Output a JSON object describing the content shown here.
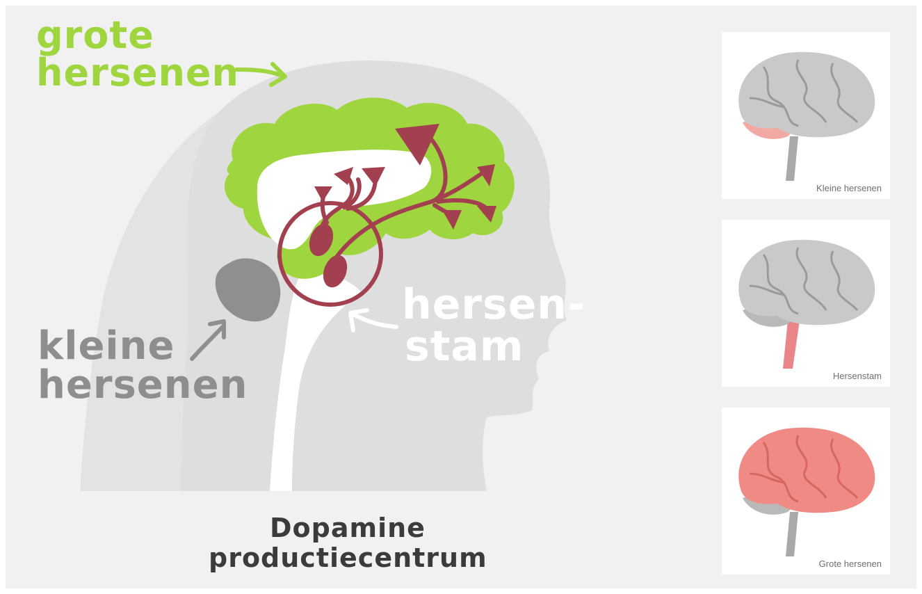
{
  "labels": {
    "grote": [
      "grote",
      "hersenen"
    ],
    "kleine": [
      "kleine",
      "hersenen"
    ],
    "stam": [
      "hersen-",
      "stam"
    ],
    "caption": [
      "Dopamine",
      "productiecentrum"
    ]
  },
  "thumbnails": [
    {
      "label": "Kleine hersenen",
      "highlight": "cerebellum"
    },
    {
      "label": "Hersenstam",
      "highlight": "brainstem"
    },
    {
      "label": "Grote hersenen",
      "highlight": "cerebrum"
    }
  ],
  "colors": {
    "cerebrum": "#9fd53e",
    "pathway": "#a3404f",
    "head": "#dedede",
    "cerebellum": "#8f8f8f",
    "caption": "#3b3b3b",
    "highlight": "#f08a84"
  }
}
